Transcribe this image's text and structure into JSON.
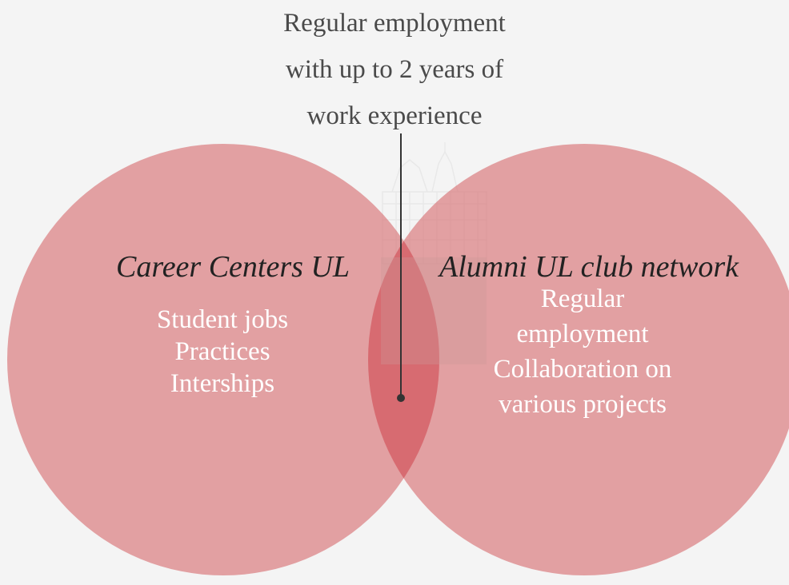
{
  "colors": {
    "background": "#f4f4f4",
    "circle_fill": "#d9777a",
    "overlap_fill": "#d24a52",
    "callout_line": "#333333",
    "label_dark": "#222222",
    "label_light": "#ffffff"
  },
  "callout": {
    "lines": [
      "Regular employment",
      "with up to 2 years of",
      "work experience"
    ]
  },
  "left_set": {
    "title": "Career Centers UL",
    "items": [
      "Student jobs",
      "Practices",
      "Interships"
    ]
  },
  "right_set": {
    "title": "Alumni UL club network",
    "items": [
      "Regular",
      "employment",
      "Collaboration on",
      "various projects"
    ]
  },
  "watermark": {
    "description_icon": "university-building-icon"
  }
}
